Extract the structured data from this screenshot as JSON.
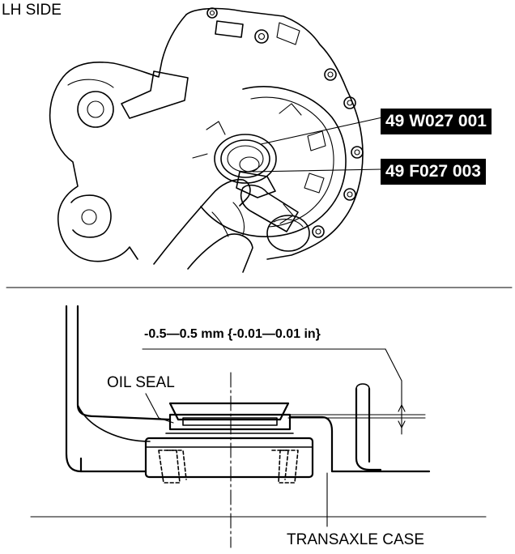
{
  "top_view": {
    "title": "LH SIDE",
    "tool_1": "49 W027 001",
    "tool_2": "49 F027 003"
  },
  "section_view": {
    "dimension": "-0.5—0.5 mm {-0.01—0.01 in}",
    "oil_seal_label": "OIL SEAL",
    "case_label": "TRANSAXLE CASE"
  },
  "colors": {
    "line": "#000000",
    "tag_bg": "#000000",
    "tag_text": "#ffffff"
  }
}
